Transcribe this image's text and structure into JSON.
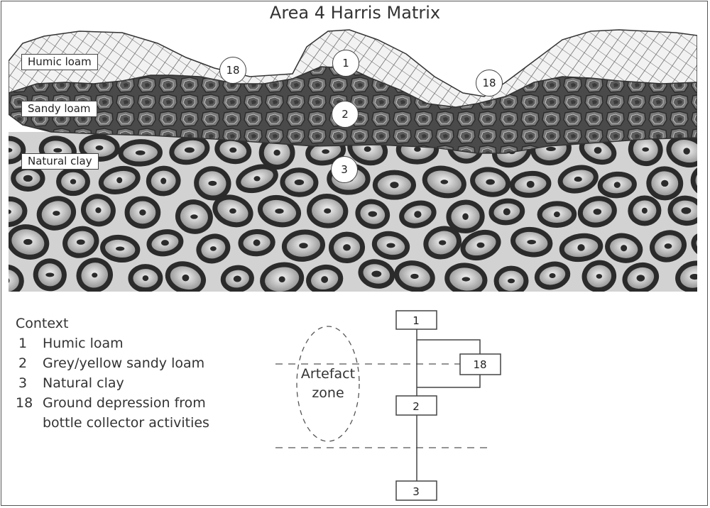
{
  "title": "Area 4  Harris Matrix",
  "layers": [
    {
      "name": "humic",
      "label": "Humic loam"
    },
    {
      "name": "sandy",
      "label": "Sandy loam"
    },
    {
      "name": "clay",
      "label": "Natural clay"
    }
  ],
  "section_contexts": [
    "18",
    "1",
    "18",
    "2",
    "3"
  ],
  "legend": {
    "heading": "Context",
    "items": [
      {
        "num": "1",
        "text": "Humic loam"
      },
      {
        "num": "2",
        "text": "Grey/yellow sandy loam"
      },
      {
        "num": "3",
        "text": "Natural clay"
      },
      {
        "num": "18",
        "text": "Ground depression from"
      },
      {
        "num": "",
        "text": "bottle collector activities"
      }
    ]
  },
  "matrix": {
    "boxes": [
      "1",
      "18",
      "2",
      "3"
    ],
    "zone_label_line1": "Artefact",
    "zone_label_line2": "zone"
  },
  "colors": {
    "line": "#444444",
    "clay_bg": "#d2d2d2",
    "spot_dark": "#2b2b2b",
    "sandy_bg": "#555555",
    "humic_bg": "#f0f0f0"
  }
}
